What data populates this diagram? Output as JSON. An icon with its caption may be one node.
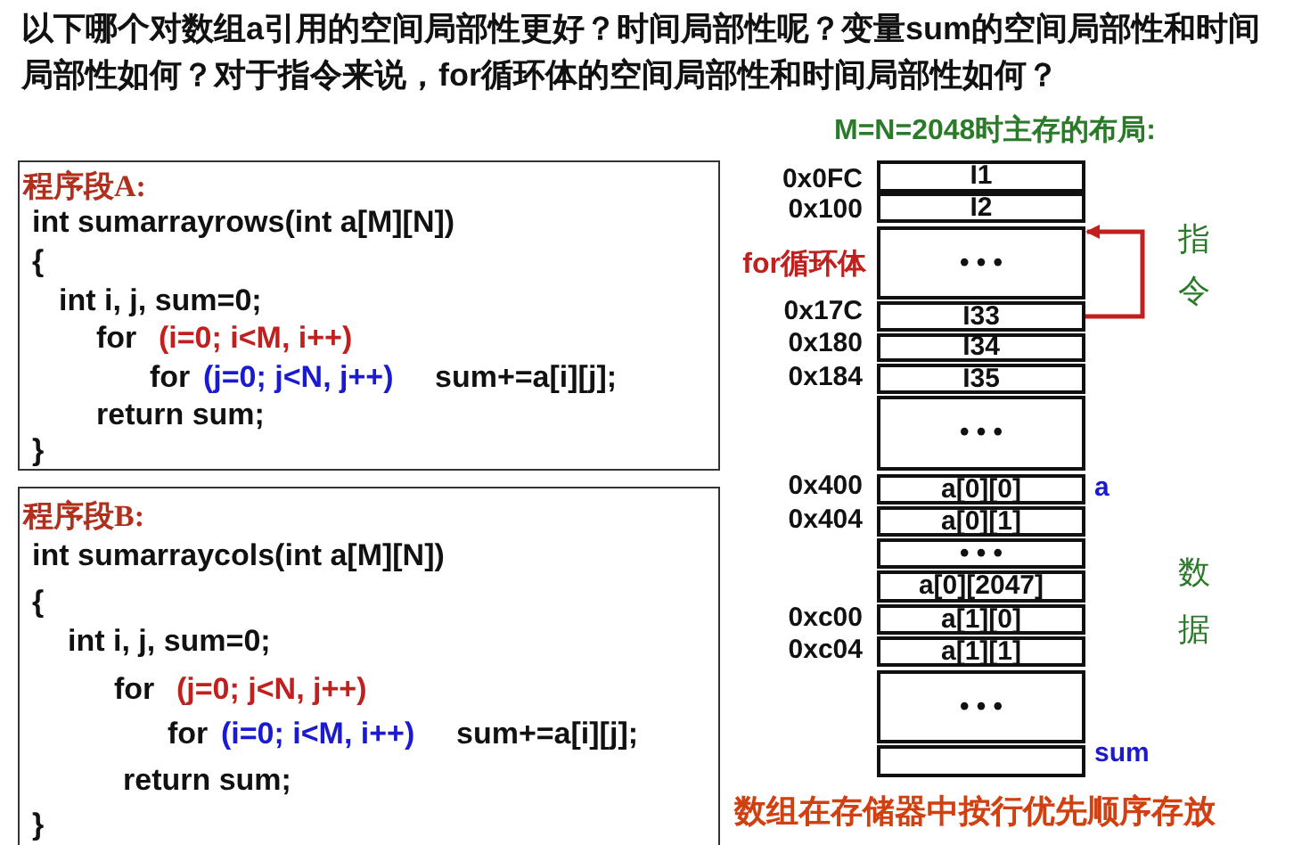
{
  "diagram": {
    "title": "以下哪个对数组a引用的空间局部性更好？时间局部性呢？变量sum的空间局部性和时间局部性如何？对于指令来说，for循环体的空间局部性和时间局部性如何？",
    "nodes": [
      {
        "text": [
          "程序段A:",
          "int sumarrayrows(int a[M][N])",
          "{",
          "int i, j, sum=0;",
          "for",
          "(i=0; i<M, i++)",
          "for",
          "(j=0; j<N, j++)",
          "sum+=a[i][j];",
          "return sum;",
          "}"
        ]
      },
      {
        "text": [
          "程序段B:",
          "int sumarraycols(int a[M][N])",
          "{",
          "int i, j, sum=0;",
          "for",
          "(j=0; j<N, j++)",
          "for",
          "(i=0; i<M, i++)",
          "sum+=a[i][j];",
          "return sum;",
          "}"
        ]
      },
      {
        "text": [
          "I1"
        ],
        "beside": [
          "0x0FC"
        ]
      },
      {
        "text": [
          "I2"
        ],
        "beside": [
          "0x100"
        ]
      },
      {
        "text": [
          "• • •"
        ],
        "beside": [
          "for循环体"
        ]
      },
      {
        "text": [
          "I33"
        ],
        "beside": [
          "0x17C"
        ]
      },
      {
        "text": [
          "I34"
        ],
        "beside": [
          "0x180"
        ]
      },
      {
        "text": [
          "I35"
        ],
        "beside": [
          "0x184"
        ]
      },
      {
        "text": [
          "• • •"
        ]
      },
      {
        "text": [
          "a[0][0]"
        ],
        "beside": [
          "0x400",
          "a"
        ]
      },
      {
        "text": [
          "a[0][1]"
        ],
        "beside": [
          "0x404"
        ]
      },
      {
        "text": [
          "• • •"
        ]
      },
      {
        "text": [
          "a[0][2047]"
        ]
      },
      {
        "text": [
          "a[1][0]"
        ],
        "beside": [
          "0xc00"
        ]
      },
      {
        "text": [
          "a[1][1]"
        ],
        "beside": [
          "0xc04"
        ]
      },
      {
        "text": [
          "• • •"
        ]
      },
      {
        "text": [],
        "shape": "box",
        "beside": [
          "sum"
        ]
      }
    ],
    "edges": [
      {
        "from": 5,
        "to": 4,
        "arrow": "to",
        "color": "#c0201e"
      }
    ],
    "labels": [
      "M=N=2048时主存的布局:",
      "指令",
      "数据",
      "数组在存储器中按行优先顺序存放"
    ]
  }
}
